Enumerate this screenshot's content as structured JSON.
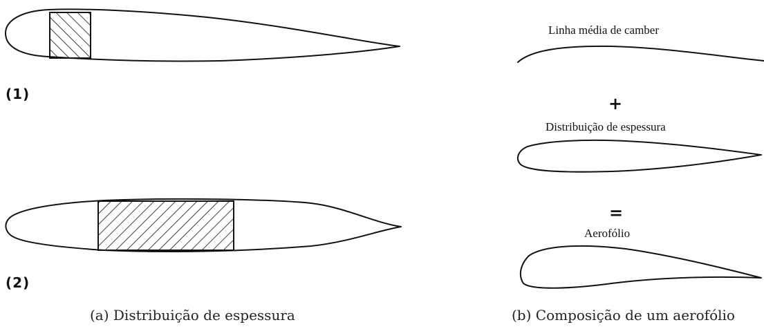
{
  "panel_a": {
    "label_1": "(1)",
    "label_2": "(2)",
    "caption": "(a) Distribuição de espessura"
  },
  "panel_b": {
    "camber_label": "Linha média de camber",
    "plus_symbol": "+",
    "thickness_label": "Distribuição de espessura",
    "equals_symbol": "=",
    "airfoil_label": "Aerofólio",
    "caption": "(b) Composição de um aerofólio"
  }
}
